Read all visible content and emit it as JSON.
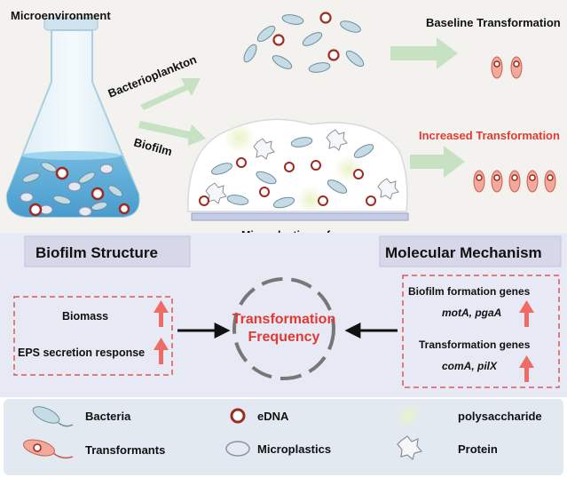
{
  "top": {
    "microenvironment": "Microenvironment",
    "bacterioplankton": "Bacterioplankton",
    "biofilm": "Biofilm",
    "baseline": "Baseline Transformation",
    "increased": "Increased Transformation",
    "microplastic_surface": "Microplastic surface"
  },
  "middle": {
    "biofilm_structure": "Biofilm Structure",
    "molecular_mechanism": "Molecular Mechanism",
    "biomass": "Biomass",
    "eps": "EPS secretion response",
    "center_line1": "Transformation",
    "center_line2": "Frequency",
    "biofilm_genes": "Biofilm formation genes",
    "biofilm_gene_names": "motA, pgaA",
    "transformation_genes": "Transformation genes",
    "transformation_gene_names": "comA, pilX"
  },
  "legend": {
    "bacteria": "Bacteria",
    "transformants": "Transformants",
    "edna": "eDNA",
    "microplastics": "Microplastics",
    "polysaccharide": "polysaccharide",
    "protein": "Protein"
  },
  "colors": {
    "accent_red": "#e23a33",
    "arrow_green": "#b9dcb4",
    "panel_blue": "#e7e9f5",
    "flask_blue": "#7fc3e6"
  }
}
